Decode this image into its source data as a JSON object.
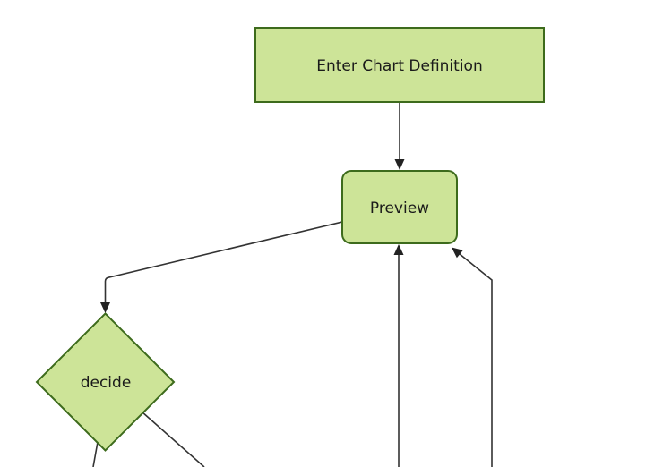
{
  "diagram": {
    "type": "flowchart",
    "orientation": "top-down",
    "nodes": [
      {
        "id": "enter-chart-definition",
        "label": "Enter Chart Definition",
        "shape": "rectangle"
      },
      {
        "id": "preview",
        "label": "Preview",
        "shape": "rounded-rectangle"
      },
      {
        "id": "decide",
        "label": "decide",
        "shape": "diamond"
      }
    ],
    "edges": [
      {
        "from": "enter-chart-definition",
        "to": "preview",
        "arrowhead": true
      },
      {
        "from": "preview",
        "to": "decide",
        "arrowhead": true
      },
      {
        "from": "offscreen-bottom-center",
        "to": "preview",
        "arrowhead": true
      },
      {
        "from": "offscreen-bottom-right",
        "to": "preview",
        "arrowhead": true
      },
      {
        "from": "decide",
        "to": "offscreen-bottom-left",
        "arrowhead": false
      },
      {
        "from": "decide",
        "to": "offscreen-bottom-right",
        "arrowhead": false
      }
    ],
    "colors": {
      "background": "#ffffff",
      "node_fill": "#cde498",
      "node_border": "#3d6b1c",
      "edge": "#333333",
      "arrow": "#222222",
      "text": "#1a1a1a"
    }
  }
}
